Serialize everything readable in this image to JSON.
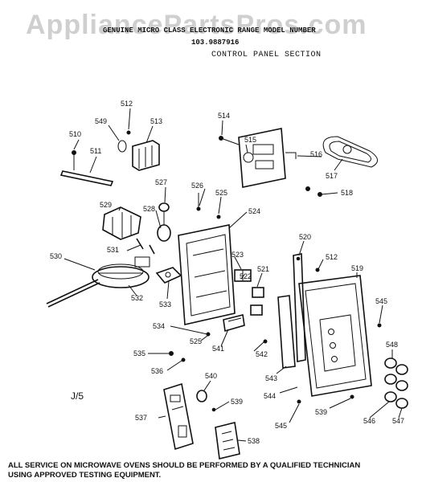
{
  "watermark": "AppliancePartsPros.com",
  "header": {
    "title": "GENUINE MICRO CLASS ELECTRONIC RANGE MODEL NUMBER",
    "model": "103.9887916",
    "section": "CONTROL PANEL SECTION"
  },
  "page_mark": "J/5",
  "footer": {
    "line1": "ALL SERVICE ON MICROWAVE OVENS SHOULD BE PERFORMED BY A QUALIFIED TECHNICIAN",
    "line2": "USING APPROVED TESTING EQUIPMENT."
  },
  "parts": [
    {
      "id": "510",
      "label": "510"
    },
    {
      "id": "511",
      "label": "511"
    },
    {
      "id": "512a",
      "label": "512"
    },
    {
      "id": "549",
      "label": "549"
    },
    {
      "id": "513",
      "label": "513"
    },
    {
      "id": "514",
      "label": "514"
    },
    {
      "id": "515",
      "label": "515"
    },
    {
      "id": "516",
      "label": "516"
    },
    {
      "id": "517",
      "label": "517"
    },
    {
      "id": "518",
      "label": "518"
    },
    {
      "id": "527",
      "label": "527"
    },
    {
      "id": "526",
      "label": "526"
    },
    {
      "id": "525a",
      "label": "525"
    },
    {
      "id": "524",
      "label": "524"
    },
    {
      "id": "529",
      "label": "529"
    },
    {
      "id": "528",
      "label": "528"
    },
    {
      "id": "531",
      "label": "531"
    },
    {
      "id": "530",
      "label": "530"
    },
    {
      "id": "532",
      "label": "532"
    },
    {
      "id": "533",
      "label": "533"
    },
    {
      "id": "523",
      "label": "523"
    },
    {
      "id": "522",
      "label": "522"
    },
    {
      "id": "521",
      "label": "521"
    },
    {
      "id": "520",
      "label": "520"
    },
    {
      "id": "512b",
      "label": "512"
    },
    {
      "id": "519",
      "label": "519"
    },
    {
      "id": "545a",
      "label": "545"
    },
    {
      "id": "534",
      "label": "534"
    },
    {
      "id": "525b",
      "label": "525"
    },
    {
      "id": "541",
      "label": "541"
    },
    {
      "id": "542",
      "label": "542"
    },
    {
      "id": "535",
      "label": "535"
    },
    {
      "id": "536",
      "label": "536"
    },
    {
      "id": "540",
      "label": "540"
    },
    {
      "id": "543",
      "label": "543"
    },
    {
      "id": "548",
      "label": "548"
    },
    {
      "id": "539a",
      "label": "539"
    },
    {
      "id": "544",
      "label": "544"
    },
    {
      "id": "537",
      "label": "537"
    },
    {
      "id": "545b",
      "label": "545"
    },
    {
      "id": "539b",
      "label": "539"
    },
    {
      "id": "546",
      "label": "546"
    },
    {
      "id": "547",
      "label": "547"
    },
    {
      "id": "538",
      "label": "538"
    }
  ]
}
